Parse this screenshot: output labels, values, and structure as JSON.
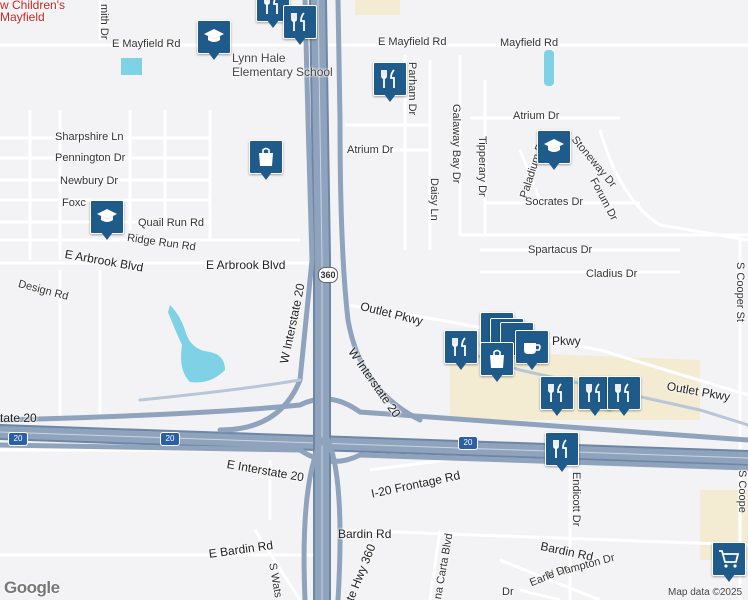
{
  "labels": {
    "childrens": "w Children's",
    "mayfield_area": "Mayfield",
    "e_mayfield_rd_west": "E Mayfield Rd",
    "e_mayfield_rd_east": "E Mayfield Rd",
    "mayfield_rd": "Mayfield Rd",
    "lynn_hale_1": "Lynn Hale",
    "lynn_hale_2": "Elementary School",
    "smith_dr": "mith Dr",
    "parham_dr": "Parham Dr",
    "galaway_bay_dr": "Galaway Bay Dr",
    "tipperary_dr": "Tipperary Dr",
    "atrium_dr_north": "Atrium Dr",
    "atrium_dr": "Atrium Dr",
    "paladium_dr": "Paladium Dr",
    "stoneway_dr": "Stoneway Dr",
    "forum_dr": "Forum Dr",
    "socrates_dr": "Socrates Dr",
    "daisy_ln": "Daisy Ln",
    "sharpshire_ln": "Sharpshire Ln",
    "pennington_dr": "Pennington Dr",
    "newbury_dr": "Newbury Dr",
    "foxc": "Foxc",
    "quail_run_rd": "Quail Run Rd",
    "ridge_run_rd": "Ridge Run Rd",
    "e_arbrook_blvd_west": "E Arbrook Blvd",
    "e_arbrook_blvd": "E Arbrook Blvd",
    "spartacus_dr": "Spartacus Dr",
    "cladius_dr": "Cladius Dr",
    "design_rd": "Design Rd",
    "w_interstate_20_vert": "W Interstate 20",
    "outlet_pkwy": "Outlet Pkwy",
    "pkwy": "Pkwy",
    "outlet_pkwy_east": "Outlet Pkwy",
    "w_interstate_20_diag": "W Interstate 20",
    "interstate_20_west": "tate 20",
    "e_interstate_20": "E Interstate 20",
    "i20_frontage_rd": "I-20 Frontage Rd",
    "endicott_dr": "Endicott Dr",
    "s_cooper": "S Cooper St",
    "s_coop_top": "S Coope",
    "bardin_rd_mid": "Bardin Rd",
    "e_bardin_rd": "E Bardin Rd",
    "bardin_rd_east": "Bardin Rd",
    "n_hampton_dr": "N Hampton Dr",
    "earle_dr": "Earle Dr",
    "s_wats": "S Wats",
    "hwy_360": "te Hwy 360",
    "carta_blvd": "na Carta Blvd",
    "dr_small": "Dr"
  },
  "shields": {
    "sh360": "360",
    "i20_a": "20",
    "i20_b": "20",
    "i20_c": "20"
  },
  "attribution": {
    "logo": "Google",
    "map_data": "Map data ©2025"
  },
  "markers": [
    {
      "name": "school-marker-mayfield",
      "icon": "school"
    },
    {
      "name": "restaurant-marker-top-1",
      "icon": "restaurant"
    },
    {
      "name": "restaurant-marker-top-2",
      "icon": "restaurant"
    },
    {
      "name": "restaurant-marker-parham",
      "icon": "restaurant"
    },
    {
      "name": "shopping-marker-west",
      "icon": "shopping"
    },
    {
      "name": "school-marker-quail",
      "icon": "school"
    },
    {
      "name": "school-marker-socrates",
      "icon": "school"
    },
    {
      "name": "restaurant-marker-outlet",
      "icon": "restaurant"
    },
    {
      "name": "cafe-marker-outlet",
      "icon": "cafe"
    },
    {
      "name": "shopping-marker-outlet",
      "icon": "shopping"
    },
    {
      "name": "restaurant-marker-east-1",
      "icon": "restaurant"
    },
    {
      "name": "restaurant-marker-east-2",
      "icon": "restaurant"
    },
    {
      "name": "restaurant-marker-east-3",
      "icon": "restaurant"
    },
    {
      "name": "restaurant-marker-i20",
      "icon": "restaurant"
    },
    {
      "name": "grocery-marker-cooper",
      "icon": "grocery"
    }
  ],
  "colors": {
    "background": "#f3f3f5",
    "road": "#ffffff",
    "highway": "#8fa3bd",
    "highway_edge": "#6e86a6",
    "water": "#7fd1e6",
    "commercial": "#f4ecd2",
    "marker": "#1e5a8a"
  }
}
